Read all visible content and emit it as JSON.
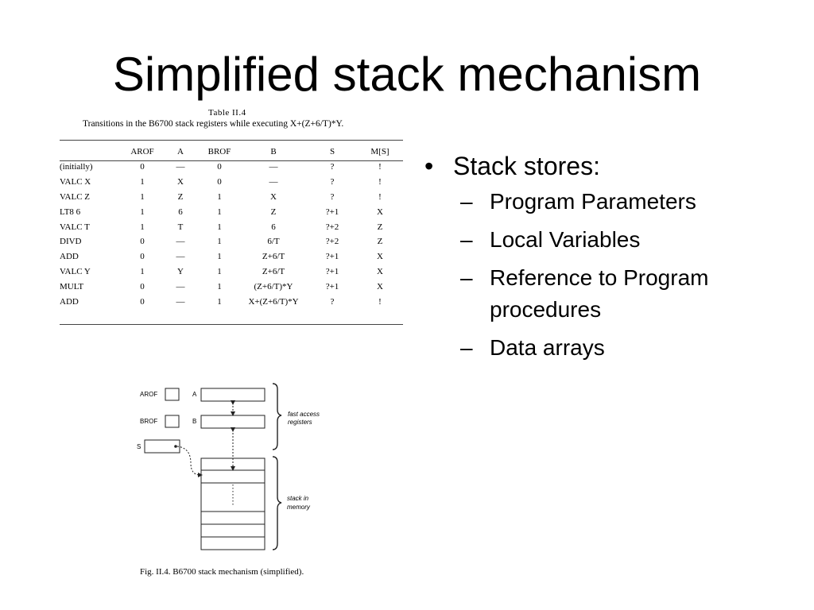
{
  "slide": {
    "title": "Simplified stack mechanism"
  },
  "table": {
    "caption_label": "Table II.4",
    "caption_text": "Transitions in the B6700 stack registers while executing X+(Z+6/T)*Y.",
    "headers": [
      "",
      "AROF",
      "A",
      "BROF",
      "B",
      "S",
      "M[S]"
    ],
    "rows": [
      [
        "(initially)",
        "0",
        "—",
        "0",
        "—",
        "?",
        "!"
      ],
      [
        "VALC X",
        "1",
        "X",
        "0",
        "—",
        "?",
        "!"
      ],
      [
        "VALC Z",
        "1",
        "Z",
        "1",
        "X",
        "?",
        "!"
      ],
      [
        "LT8 6",
        "1",
        "6",
        "1",
        "Z",
        "?+1",
        "X"
      ],
      [
        "VALC T",
        "1",
        "T",
        "1",
        "6",
        "?+2",
        "Z"
      ],
      [
        "DIVD",
        "0",
        "—",
        "1",
        "6/T",
        "?+2",
        "Z"
      ],
      [
        "ADD",
        "0",
        "—",
        "1",
        "Z+6/T",
        "?+1",
        "X"
      ],
      [
        "VALC Y",
        "1",
        "Y",
        "1",
        "Z+6/T",
        "?+1",
        "X"
      ],
      [
        "MULT",
        "0",
        "—",
        "1",
        "(Z+6/T)*Y",
        "?+1",
        "X"
      ],
      [
        "ADD",
        "0",
        "—",
        "1",
        "X+(Z+6/T)*Y",
        "?",
        "!"
      ]
    ]
  },
  "bullets": {
    "main": "Stack stores:",
    "subs": [
      "Program Parameters",
      "Local Variables",
      "Reference to Program procedures",
      "Data arrays"
    ]
  },
  "diagram": {
    "labels": {
      "arof": "AROF",
      "a": "A",
      "brof": "BROF",
      "b": "B",
      "s": "S",
      "fast_line1": "fast access",
      "fast_line2": "registers",
      "stack_line1": "stack  in",
      "stack_line2": "memory"
    },
    "caption": "Fig. II.4. B6700 stack mechanism (simplified)."
  }
}
